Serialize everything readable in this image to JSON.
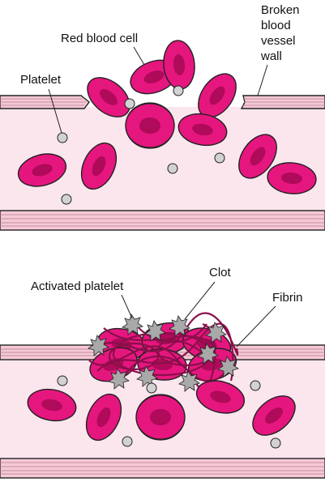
{
  "labels": {
    "red_blood_cell": "Red blood cell",
    "platelet": "Platelet",
    "broken_wall_1": "Broken",
    "broken_wall_2": "blood",
    "broken_wall_3": "vessel",
    "broken_wall_4": "wall",
    "activated_platelet": "Activated platelet",
    "clot": "Clot",
    "fibrin": "Fibrin"
  },
  "colors": {
    "red_blood_cell": "#e6167f",
    "red_blood_cell_center": "#b00a5a",
    "vessel_wall": "#f5c9d6",
    "vessel_lumen": "#fbe6ee",
    "platelet": "#d2d2d2",
    "activated_platelet": "#a9a9a9",
    "fibrin": "#8a0f4a",
    "outline": "#222222"
  }
}
